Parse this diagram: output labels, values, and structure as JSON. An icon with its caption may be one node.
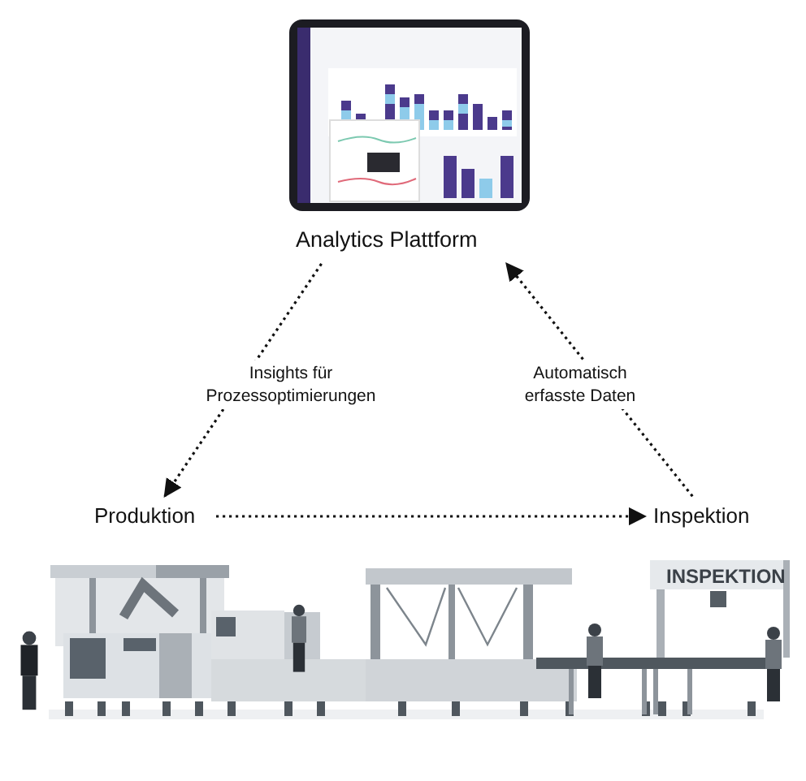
{
  "diagram": {
    "nodes": [
      {
        "text": [
          "Analytics Plattform"
        ]
      },
      {
        "text": [
          "Produktion"
        ]
      },
      {
        "text": [
          "Inspektion"
        ]
      }
    ],
    "edges": [
      {
        "from": 0,
        "to": 1,
        "arrow": "to",
        "label": "Insights für Prozessoptimierungen",
        "style": "dashed"
      },
      {
        "from": 2,
        "to": 0,
        "arrow": "to",
        "label": "Automatisch erfasste Daten",
        "style": "dashed"
      },
      {
        "from": 1,
        "to": 2,
        "arrow": "to",
        "style": "dashed"
      }
    ],
    "labels": [
      "INSPEKTION"
    ]
  }
}
